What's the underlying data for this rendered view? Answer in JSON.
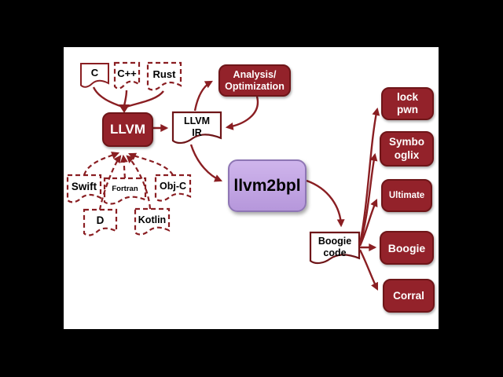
{
  "nodes": {
    "c": "C",
    "cpp": "C++",
    "rust": "Rust",
    "llvm": "LLVM",
    "llvm_ir": "LLVM\nIR",
    "analysis_optimization": "Analysis/\nOptimization",
    "llvm2bpl": "llvm2bpl",
    "boogie_code": "Boogie\ncode",
    "lockpwn": "lock\npwn",
    "symbooglix": "Symbo\noglix",
    "ultimate": "Ultimate",
    "boogie": "Boogie",
    "corral": "Corral",
    "swift": "Swift",
    "fortran": "Fortran",
    "objc": "Obj-C",
    "d": "D",
    "kotlin": "Kotlin"
  },
  "edges": [
    {
      "from": "C",
      "to": "LLVM",
      "style": "solid"
    },
    {
      "from": "C++",
      "to": "LLVM",
      "style": "solid"
    },
    {
      "from": "Rust",
      "to": "LLVM",
      "style": "solid"
    },
    {
      "from": "LLVM",
      "to": "LLVM IR",
      "style": "solid"
    },
    {
      "from": "LLVM IR",
      "to": "Analysis/Optimization",
      "style": "solid"
    },
    {
      "from": "Analysis/Optimization",
      "to": "LLVM IR",
      "style": "solid"
    },
    {
      "from": "LLVM IR",
      "to": "llvm2bpl",
      "style": "solid"
    },
    {
      "from": "llvm2bpl",
      "to": "Boogie code",
      "style": "solid"
    },
    {
      "from": "Boogie code",
      "to": "lockpwn",
      "style": "solid"
    },
    {
      "from": "Boogie code",
      "to": "Symbooglix",
      "style": "solid"
    },
    {
      "from": "Boogie code",
      "to": "Ultimate",
      "style": "solid"
    },
    {
      "from": "Boogie code",
      "to": "Boogie",
      "style": "solid"
    },
    {
      "from": "Boogie code",
      "to": "Corral",
      "style": "solid"
    },
    {
      "from": "Swift",
      "to": "LLVM",
      "style": "dashed"
    },
    {
      "from": "Fortran",
      "to": "LLVM",
      "style": "dashed"
    },
    {
      "from": "Obj-C",
      "to": "LLVM",
      "style": "dashed"
    },
    {
      "from": "D",
      "to": "LLVM",
      "style": "dashed"
    },
    {
      "from": "Kotlin",
      "to": "LLVM",
      "style": "dashed"
    }
  ],
  "colors": {
    "background": "#000000",
    "slide": "#ffffff",
    "dark_red": "#93222a",
    "dark_red_border": "#6e1518",
    "arrow_red": "#8a1e22",
    "purple_top": "#cfb5ec",
    "purple_bottom": "#b697db",
    "purple_border": "#8e76b4",
    "text_black": "#000000",
    "text_white": "#ffffff"
  }
}
